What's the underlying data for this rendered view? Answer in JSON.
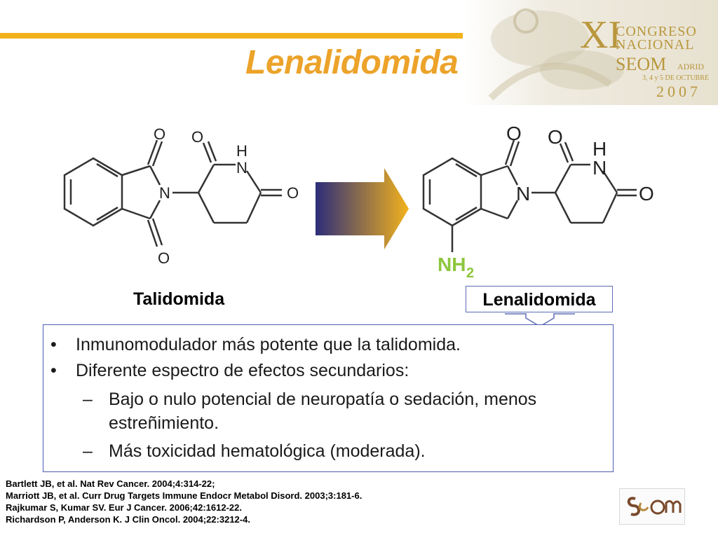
{
  "slide": {
    "title": "Lenalidomida"
  },
  "banner": {
    "roman_numeral": "XI",
    "line1": "CONGRESO",
    "line2": "NACIONAL",
    "seom": "SEOM",
    "city": "ADRID",
    "dates": "3, 4 y 5 DE OCTUBRE",
    "year": "2007"
  },
  "chemistry": {
    "thalidomide": {
      "name": "Talidomida",
      "atoms": {
        "o_top": "O",
        "o_top2": "O",
        "h": "H",
        "n_ring": "N",
        "n_imide": "N",
        "o_right": "O",
        "o_bottom": "O"
      }
    },
    "lenalidomide": {
      "name": "Lenalidomida",
      "atoms": {
        "o_top": "O",
        "o_top2": "O",
        "h": "H",
        "n_ring": "N",
        "n_imide": "N",
        "o_right": "O",
        "amine": "NH",
        "amine_sub": "2"
      }
    },
    "colors": {
      "arrow_start": "#2c2d7a",
      "arrow_end": "#f2b21c",
      "amine": "#8dc63f"
    }
  },
  "info": {
    "bullets": [
      "Inmunomodulador más potente que la talidomida.",
      "Diferente espectro de efectos secundarios:"
    ],
    "sub_bullets": [
      "Bajo o nulo potencial de neuropatía o sedación, menos estreñimiento.",
      "Más toxicidad hematológica (moderada)."
    ],
    "bullet_symbol": "•",
    "dash_symbol": "–"
  },
  "references": [
    "Bartlett JB, et al. Nat Rev Cancer. 2004;4:314-22;",
    "Marriott JB, et al. Curr Drug Targets Immune Endocr Metabol Disord. 2003;3:181-6.",
    "Rajkumar S, Kumar SV. Eur J Cancer. 2006;42:1612-22.",
    "Richardson P, Anderson K. J Clin Oncol. 2004;22:3212-4."
  ],
  "theme": {
    "title_color": "#eca32a",
    "accent": "#f2b21c",
    "box_border": "#4e5db0"
  }
}
